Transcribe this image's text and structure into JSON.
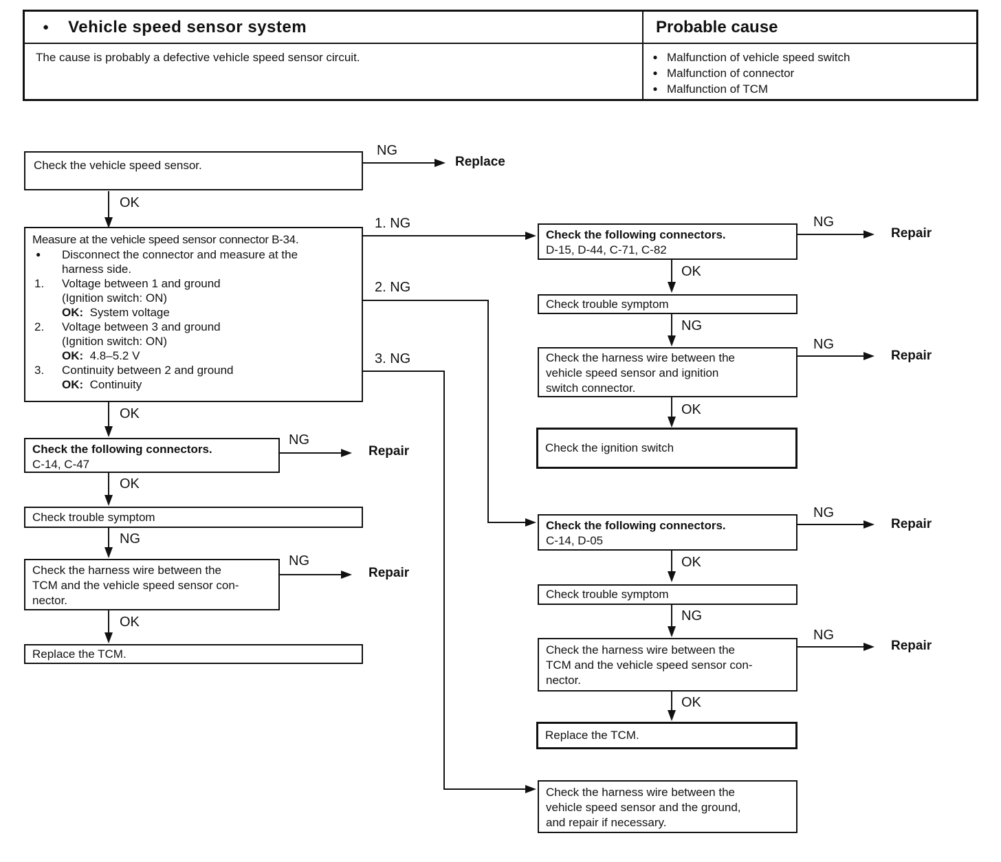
{
  "header": {
    "bullet_char": "●",
    "title": "Vehicle speed sensor system",
    "description": "The cause is probably a defective vehicle speed sensor circuit.",
    "probable_cause": {
      "title": "Probable cause",
      "bullet_char": "●",
      "items": [
        "Malfunction of vehicle speed switch",
        "Malfunction of connector",
        "Malfunction of TCM"
      ]
    }
  },
  "labels": {
    "ok": "OK",
    "ng": "NG",
    "ng1": "1. NG",
    "ng2": "2. NG",
    "ng3": "3. NG",
    "repair": "Repair",
    "replace": "Replace"
  },
  "flow": {
    "check_sensor": "Check the vehicle speed sensor.",
    "measure": {
      "title": "Measure at the vehicle speed sensor connector B-34.",
      "bullet_char": "●",
      "bullet_text": "Disconnect the connector and measure at the\nharness side.",
      "steps": [
        {
          "num": "1.",
          "text": "Voltage between 1 and ground",
          "cond": "(Ignition switch: ON)",
          "ok_label": "OK:",
          "ok_value": "System voltage"
        },
        {
          "num": "2.",
          "text": "Voltage between 3 and ground",
          "cond": "(Ignition switch: ON)",
          "ok_label": "OK:",
          "ok_value": "4.8–5.2 V"
        },
        {
          "num": "3.",
          "text": "Continuity between 2 and ground",
          "ok_label": "OK:",
          "ok_value": "Continuity"
        }
      ]
    },
    "connectors_c14_c47": {
      "title": "Check the following connectors.",
      "list": "C-14, C-47"
    },
    "trouble_symptom_left": "Check trouble symptom",
    "harness_tcm_left": "Check the harness wire between the\nTCM and the vehicle speed sensor con-\nnector.",
    "replace_tcm_left": "Replace the TCM.",
    "connectors_d15": {
      "title": "Check the following connectors.",
      "list": "D-15, D-44, C-71, C-82"
    },
    "trouble_symptom_right1": "Check trouble symptom",
    "harness_ignition": "Check the harness wire between the\nvehicle speed sensor and ignition\nswitch connector.",
    "ignition_switch": "Check the ignition switch",
    "connectors_c14_d05": {
      "title": "Check the following connectors.",
      "list": "C-14, D-05"
    },
    "trouble_symptom_right2": "Check trouble symptom",
    "harness_tcm_right": "Check the harness wire between the\nTCM and the vehicle speed sensor con-\nnector.",
    "replace_tcm_right": "Replace the TCM.",
    "harness_ground": "Check the harness wire between the\nvehicle speed sensor and the ground,\nand repair if necessary."
  }
}
